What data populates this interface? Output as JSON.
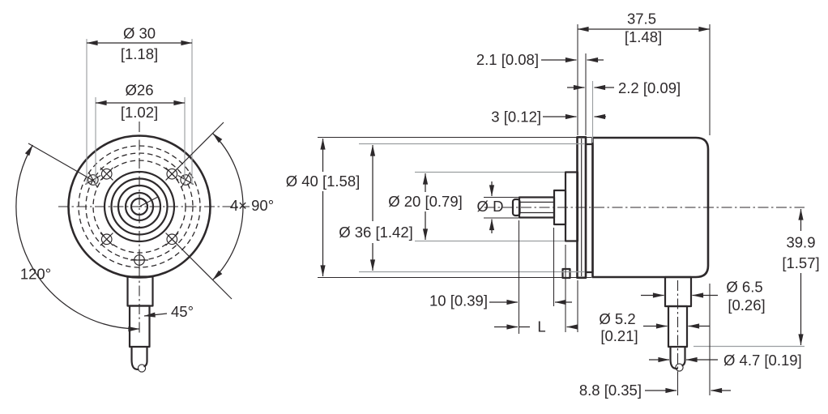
{
  "drawing": {
    "type": "technical-dimension-drawing",
    "subject": "rotary encoder, shaft version with cable outlet",
    "colors": {
      "line": "#2d292b",
      "extension_line": "#9b9ea1",
      "background": "#ffffff"
    },
    "front": {
      "d30": "Ø 30",
      "d30_in": "[1.18]",
      "d26": "Ø26",
      "d26_in": "[1.02]",
      "angle_4x90": "4× 90°",
      "angle_120": "120°",
      "angle_45": "45°"
    },
    "side": {
      "len_375": "37.5",
      "len_375_in": "[1.48]",
      "t_21": "2.1 [0.08]",
      "t_22": "2.2 [0.09]",
      "t_3": "3 [0.12]",
      "d40": "Ø 40 [1.58]",
      "d36": "Ø 36 [1.42]",
      "d20": "Ø 20 [0.79]",
      "dD": "Ø D",
      "len_10": "10 [0.39]",
      "len_L": "L",
      "len_399": "39.9",
      "len_399_in": "[1.57]",
      "d65": "Ø 6.5",
      "d65_in": "[0.26]",
      "d52": "Ø 5.2",
      "d52_in": "[0.21]",
      "d47": "Ø 4.7 [0.19]",
      "len_88": "8.8 [0.35]"
    }
  }
}
